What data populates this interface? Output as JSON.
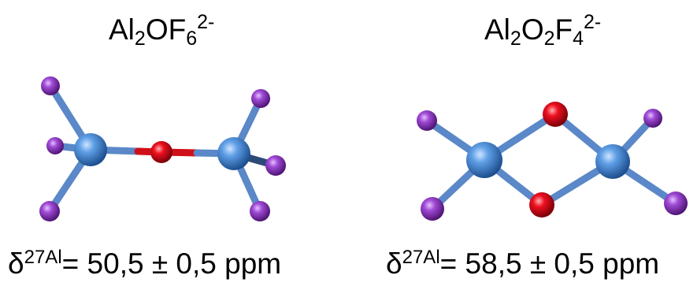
{
  "left": {
    "formula": {
      "a": "Al",
      "a_n": "2",
      "b": "OF",
      "b_n": "6",
      "charge": "2-"
    },
    "shift": {
      "delta": "δ",
      "nucleus": "27Al",
      "value": "= 50,5 ± 0,5 ppm"
    }
  },
  "right": {
    "formula": {
      "a": "Al",
      "a_n": "2",
      "b": "O",
      "b_n": "2",
      "c": "F",
      "c_n": "4",
      "charge": "2-"
    },
    "shift": {
      "delta": "δ",
      "nucleus": "27Al",
      "value": "= 58,5 ± 0,5 ppm"
    }
  },
  "colors": {
    "aluminium": "#4f8fd6",
    "oxygen": "#e00010",
    "fluorine": "#9b3fc9"
  }
}
